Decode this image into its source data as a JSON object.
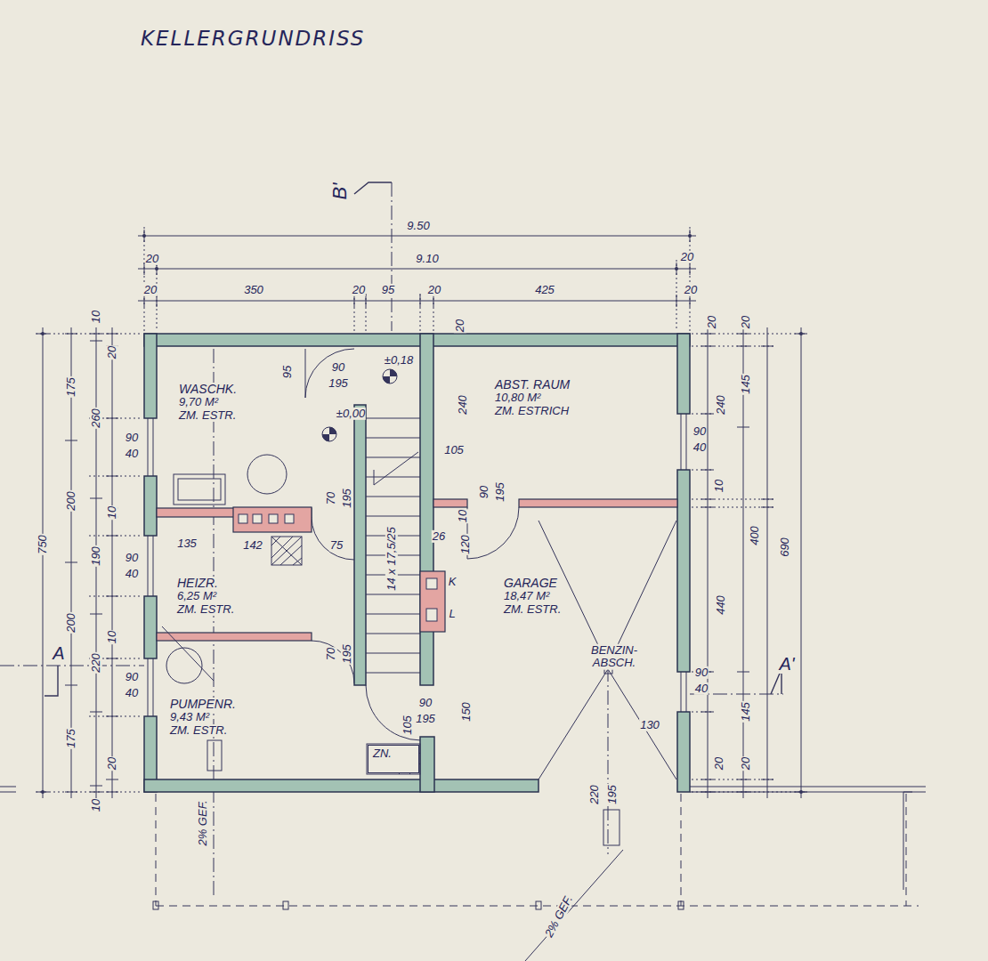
{
  "diagram": {
    "title": "KELLERGRUNDRISS",
    "nodes": [
      {
        "text": [
          "WASCHK.",
          "9,70 M²",
          "ZM. ESTR."
        ]
      },
      {
        "text": [
          "HEIZR.",
          "6,25 M²",
          "ZM. ESTR."
        ]
      },
      {
        "text": [
          "PUMPENR.",
          "9,43 M²",
          "ZM. ESTR."
        ]
      },
      {
        "text": [
          "ABST. RAUM",
          "10,80 M²",
          "ZM. ESTRICH"
        ]
      },
      {
        "text": [
          "GARAGE",
          "18,47 M²",
          "ZM. ESTR."
        ]
      },
      {
        "text": [
          "ZN."
        ]
      }
    ],
    "labels": [
      "B'",
      "A",
      "A'",
      "9.50",
      "9.10",
      "20",
      "20",
      "20",
      "350",
      "20",
      "95",
      "20",
      "425",
      "20",
      "750",
      "175",
      "200",
      "200",
      "175",
      "10",
      "260",
      "190",
      "220",
      "10",
      "20",
      "90",
      "40",
      "10",
      "90",
      "40",
      "10",
      "90",
      "40",
      "20",
      "20",
      "20",
      "145",
      "240",
      "90",
      "40",
      "10",
      "400",
      "690",
      "440",
      "90",
      "40",
      "145",
      "20",
      "20",
      "20",
      "90",
      "195",
      "±0,18",
      "±0,00",
      "95",
      "240",
      "105",
      "90",
      "195",
      "10",
      "26",
      "120",
      "70",
      "195",
      "75",
      "135",
      "142",
      "70",
      "195",
      "90",
      "195",
      "150",
      "105",
      "130",
      "220",
      "195",
      "2% GEF.",
      "2% GEF.",
      "14 x 17,5/25",
      "BENZIN- ABSCH.",
      "K",
      "L"
    ]
  }
}
